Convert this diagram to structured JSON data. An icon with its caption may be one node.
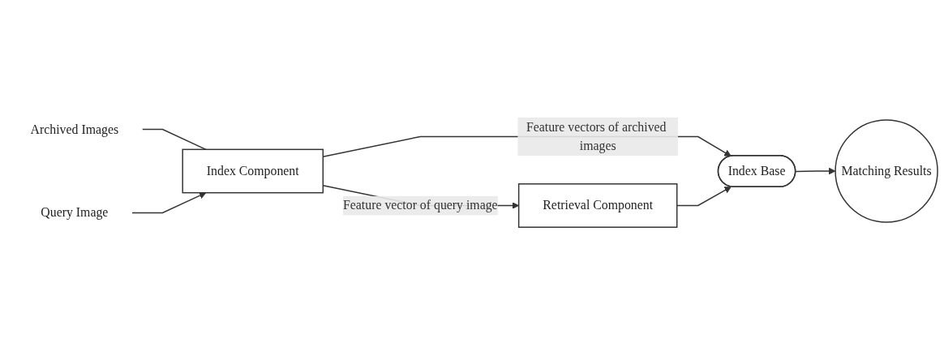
{
  "diagram": {
    "nodes": [
      {
        "text": [
          "Archived Images"
        ]
      },
      {
        "text": [
          "Query Image"
        ]
      },
      {
        "text": [
          "Index Component"
        ]
      },
      {
        "text": [
          "Index Base"
        ]
      },
      {
        "text": [
          "Matching Results"
        ]
      },
      {
        "text": [
          "Retrieval Component"
        ]
      }
    ],
    "edges": [
      {
        "from": 0,
        "to": 2,
        "arrow": "none"
      },
      {
        "from": 1,
        "to": 2,
        "arrow": "to"
      },
      {
        "from": 2,
        "to": 3,
        "arrow": "to",
        "label": "Feature vectors of archived images"
      },
      {
        "from": 2,
        "to": 5,
        "arrow": "to",
        "label": "Feature vector of query image"
      },
      {
        "from": 5,
        "to": 3,
        "arrow": "to"
      },
      {
        "from": 3,
        "to": 4,
        "arrow": "to"
      }
    ]
  }
}
